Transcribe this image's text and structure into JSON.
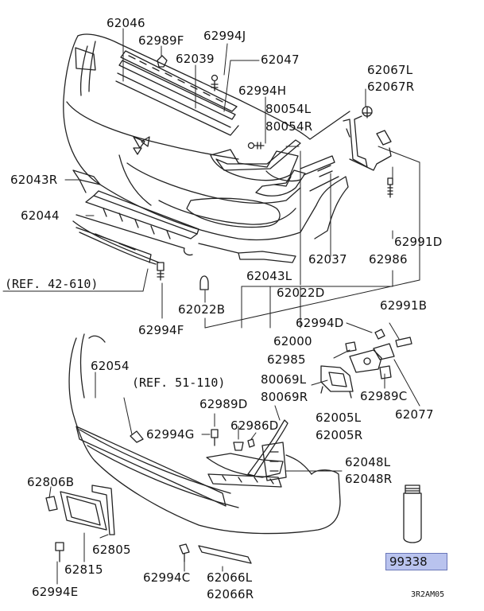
{
  "parts": {
    "p62046": "62046",
    "p62989F": "62989F",
    "p62994J": "62994J",
    "p62039": "62039",
    "p62047": "62047",
    "p62994H": "62994H",
    "p80054L": "80054L",
    "p80054R": "80054R",
    "p62067L": "62067L",
    "p62067R": "62067R",
    "p62043R": "62043R",
    "p62044": "62044",
    "p62991D": "62991D",
    "p62037": "62037",
    "p62986": "62986",
    "p62043L": "62043L",
    "p62022D": "62022D",
    "p62022B": "62022B",
    "p62994F": "62994F",
    "p62000": "62000",
    "p62994D": "62994D",
    "p62991B": "62991B",
    "p62985": "62985",
    "p62054": "62054",
    "p80069L": "80069L",
    "p80069R": "80069R",
    "p62989C": "62989C",
    "p62989D": "62989D",
    "p62005L": "62005L",
    "p62005R": "62005R",
    "p62077": "62077",
    "p62986D": "62986D",
    "p62994G": "62994G",
    "p62048L": "62048L",
    "p62048R": "62048R",
    "p62806B": "62806B",
    "p62805": "62805",
    "p62815": "62815",
    "p62994E": "62994E",
    "p62994C": "62994C",
    "p62066L": "62066L",
    "p62066R": "62066R"
  },
  "refs": {
    "ref_42_610": "(REF. 42-610)",
    "ref_51_110": "(REF. 51-110)"
  },
  "highlight": "99338",
  "diagram_code": "3R2AM05",
  "colors": {
    "highlight_fill": "#b9c3ee",
    "line": "#111111"
  }
}
